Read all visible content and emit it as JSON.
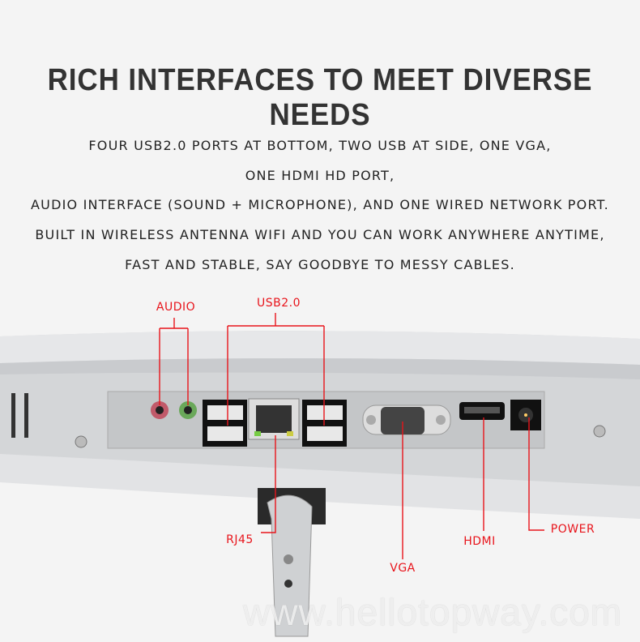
{
  "title": "RICH INTERFACES TO MEET DIVERSE NEEDS",
  "description": [
    "FOUR USB2.0 PORTS AT BOTTOM, TWO USB AT SIDE, ONE VGA,",
    "ONE HDMI HD PORT,",
    "AUDIO INTERFACE (SOUND + MICROPHONE),  AND ONE WIRED NETWORK PORT.",
    "BUILT IN WIRELESS ANTENNA WIFI AND YOU CAN WORK ANYWHERE ANYTIME,",
    "FAST AND STABLE, SAY GOODBYE TO MESSY CABLES."
  ],
  "labels": {
    "audio": "AUDIO",
    "usb": "USB2.0",
    "rj45": "RJ45",
    "vga": "VGA",
    "hdmi": "HDMI",
    "power": "POWER"
  },
  "watermark": "www.hellotopway.com",
  "colors": {
    "callout": "#e8141b",
    "title": "#333333",
    "body": "#d4d6d8"
  }
}
